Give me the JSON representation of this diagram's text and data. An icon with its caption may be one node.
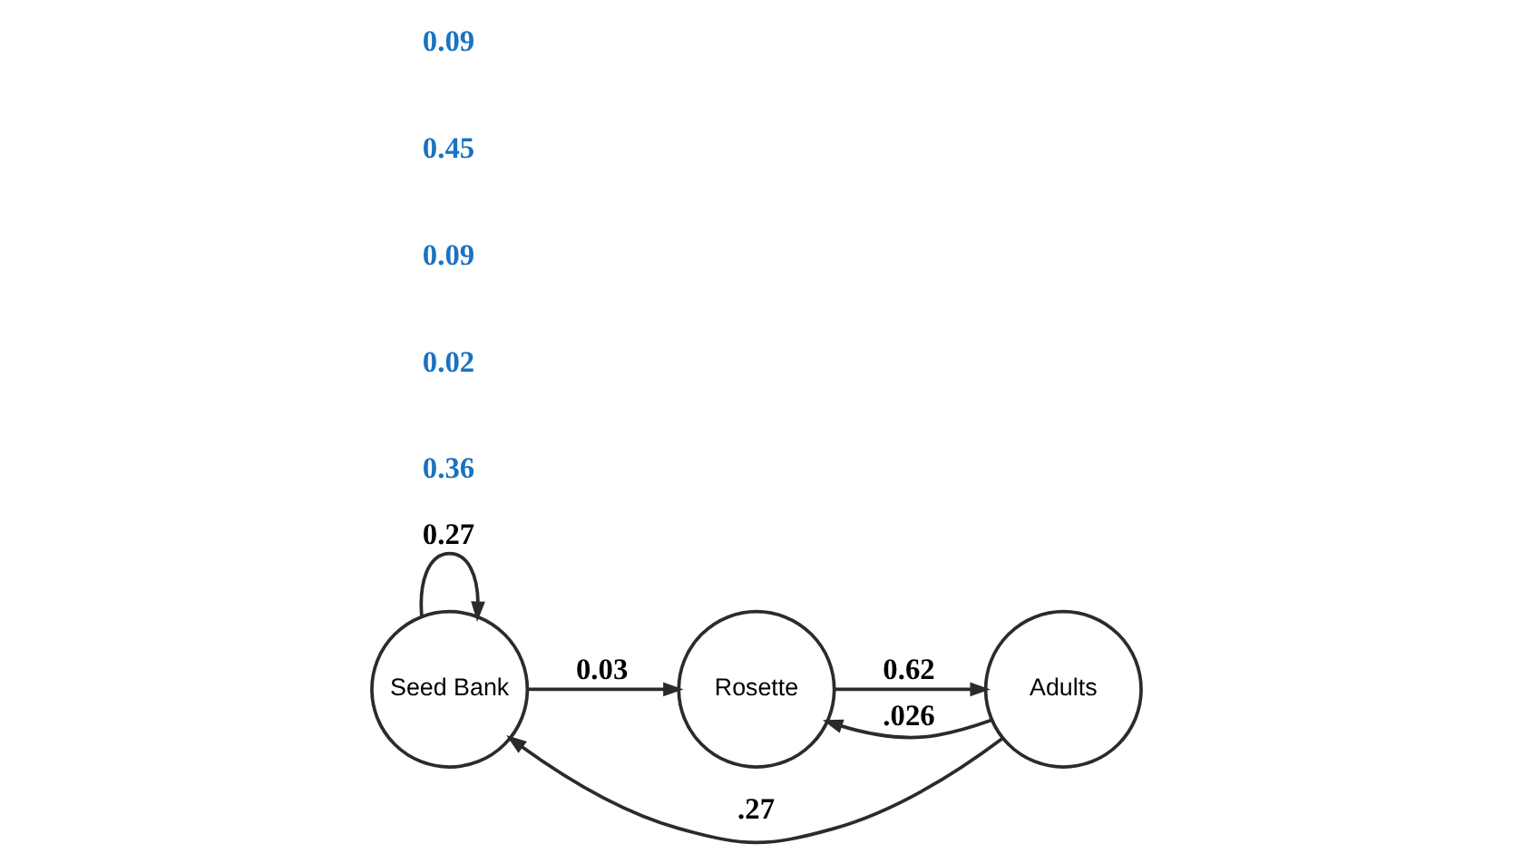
{
  "diagram": {
    "nodes": [
      {
        "text": [
          "Seed Bank"
        ]
      },
      {
        "text": [
          "Rosette"
        ]
      },
      {
        "text": [
          "Adults"
        ]
      }
    ],
    "edges": [
      {
        "from": 0,
        "to": 0,
        "arrow": "to",
        "label": "0.27"
      },
      {
        "from": 0,
        "to": 1,
        "arrow": "to",
        "label": "0.03"
      },
      {
        "from": 1,
        "to": 2,
        "arrow": "to",
        "label": "0.62"
      },
      {
        "from": 2,
        "to": 1,
        "arrow": "to",
        "label": ".026"
      },
      {
        "from": 2,
        "to": 0,
        "arrow": "to",
        "label": ".27"
      }
    ],
    "labels": [
      "0.36",
      "0.02",
      "0.09",
      "0.45",
      "0.09"
    ]
  }
}
